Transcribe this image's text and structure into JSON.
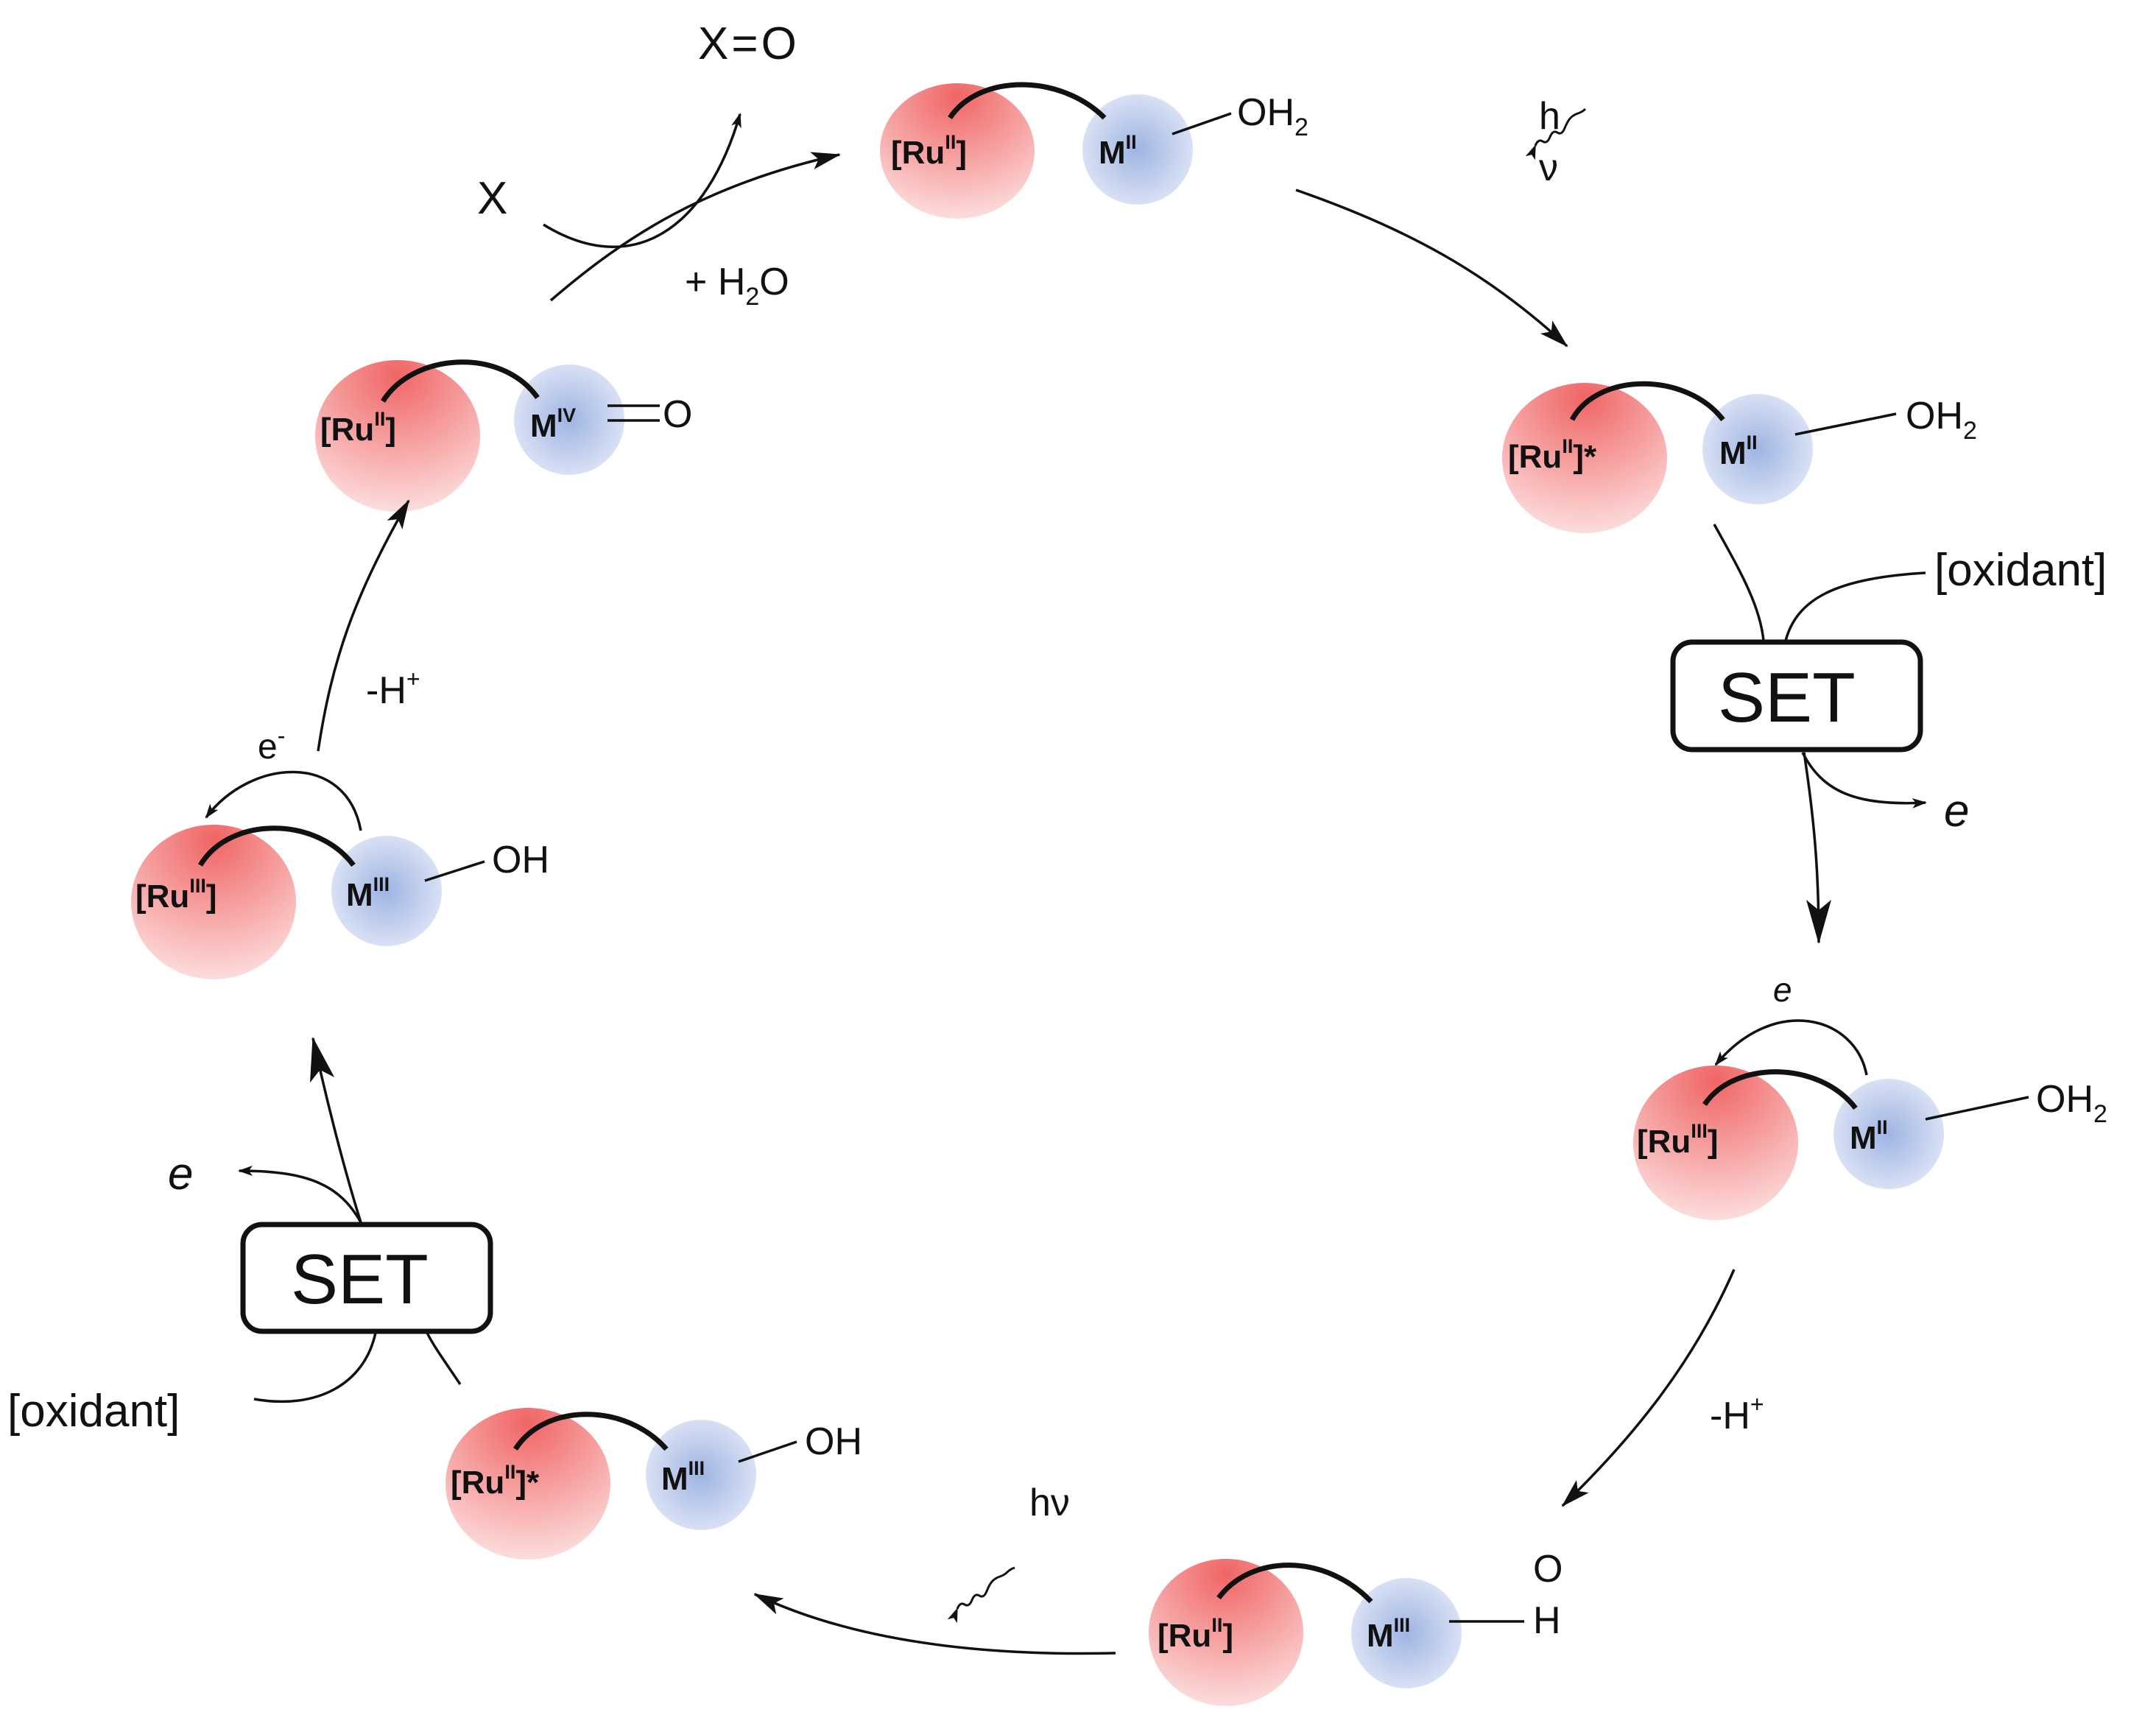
{
  "complexes": [
    {
      "id": "c1",
      "ru": "[Ru",
      "ru_ox": "II",
      "ru_close": "]",
      "m": "M",
      "m_ox": "II",
      "ligand": "OH",
      "ligand_sub": "2",
      "ligand_tail": ""
    },
    {
      "id": "c2",
      "ru": "[Ru",
      "ru_ox": "II",
      "ru_close": "]*",
      "m": "M",
      "m_ox": "II",
      "ligand": "OH",
      "ligand_sub": "2",
      "ligand_tail": ""
    },
    {
      "id": "c3",
      "ru": "[Ru",
      "ru_ox": "III",
      "ru_close": "]",
      "m": "M",
      "m_ox": "II",
      "ligand": "OH",
      "ligand_sub": "2",
      "ligand_tail": ""
    },
    {
      "id": "c4",
      "ru": "[Ru",
      "ru_ox": "II",
      "ru_close": "]",
      "m": "M",
      "m_ox": "III",
      "ligand": "O",
      "ligand_h": "H"
    },
    {
      "id": "c5",
      "ru": "[Ru",
      "ru_ox": "II",
      "ru_close": "]*",
      "m": "M",
      "m_ox": "III",
      "ligand": "OH"
    },
    {
      "id": "c6",
      "ru": "[Ru",
      "ru_ox": "III",
      "ru_close": "]",
      "m": "M",
      "m_ox": "III",
      "ligand": "OH"
    },
    {
      "id": "c7",
      "ru": "[Ru",
      "ru_ox": "II",
      "ru_close": "]",
      "m": "M",
      "m_ox": "IV",
      "ligand": "O"
    }
  ],
  "steps": {
    "substrate": "X",
    "product": "X",
    "product_eq": "=",
    "product_o": "O",
    "water_plus": "+ H",
    "water_sub": "2",
    "water_o": "O",
    "hv_h": "h",
    "hv_nu": "ν",
    "hv_full": "hν",
    "set": "SET",
    "oxidant": "[oxidant]",
    "electron": "e",
    "electron_minus": "e",
    "electron_minus_sup": "-",
    "deprot": "-H",
    "deprot_sup": "+"
  },
  "colors": {
    "ru_sphere": "#f06a6a",
    "ru_sphere_light": "#fde0e0",
    "m_sphere": "#a9bde6",
    "m_sphere_light": "#e7ecf8",
    "ink": "#111111"
  }
}
